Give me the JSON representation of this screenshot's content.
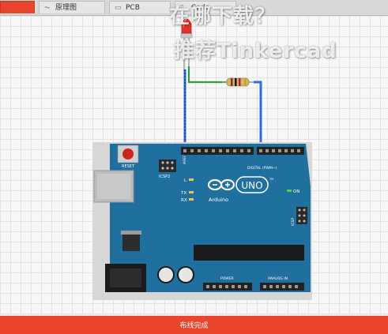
{
  "tabs": [
    {
      "label": "",
      "icon": "breadboard-icon",
      "active": true
    },
    {
      "label": "原理图",
      "icon": "schematic-icon"
    },
    {
      "label": "PCB",
      "icon": "pcb-icon"
    },
    {
      "label": "Code",
      "icon": "code-icon"
    }
  ],
  "watermark": {
    "line1": "在哪下载？",
    "line2": "推荐Tinkercad"
  },
  "board": {
    "reset_label": "RESET",
    "icsp2_label": "ICSP2",
    "icsp_label": "ICSP",
    "logo_text": "Arduino",
    "uno_text": "UNO",
    "tm_text": "TM",
    "l_label": "L",
    "tx_label": "TX",
    "rx_label": "RX",
    "on_label": "ON",
    "aref_label": "AREF",
    "digital_label": "DIGITAL (PWM~)",
    "power_label": "POWER",
    "analog_label": "ANALOG IN"
  },
  "status": {
    "text": "布线完成"
  },
  "colors": {
    "accent": "#e8452c",
    "board": "#1f6f9f",
    "wire": "#2b6fd6",
    "led": "#e5322a"
  }
}
